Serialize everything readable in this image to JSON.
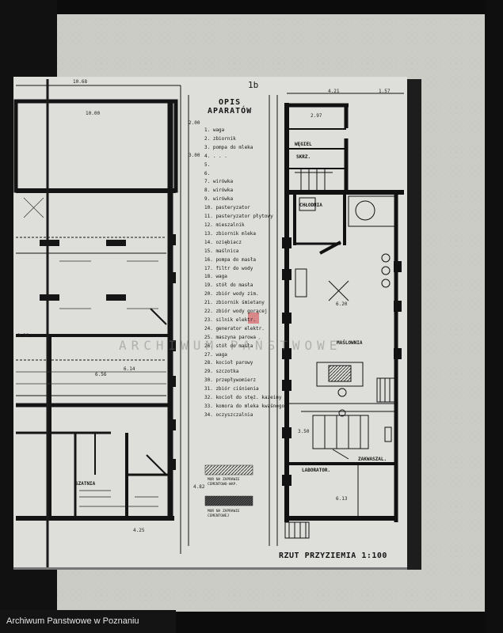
{
  "page_number": "1b",
  "legend": {
    "title_line1": "OPIS",
    "title_line2": "APARATÓW",
    "items": [
      "1. waga",
      "2. zbiornik",
      "3. pompa do mleka",
      "4. . . .",
      "5.",
      "6.",
      "7. wirówka",
      "8. wirówka",
      "9. wirówka",
      "10. pasteryzator",
      "11. pasteryzator płytowy",
      "12. mieszalnik",
      "13. zbiornik mleka",
      "14. oziębiacz",
      "15. maślnica",
      "16. pompa do masła",
      "17. filtr do wody",
      "18. waga",
      "19. stół do masła",
      "20. zbiór wody zim.",
      "21. zbiornik śmietany",
      "22. zbiór wody gorącej",
      "23. silnik elektr.",
      "24. generator elektr.",
      "25. maszyna parowa",
      "26. stół do masła",
      "27. waga",
      "28. kocioł parowy",
      "29. szczotka",
      "30. przepływomierz",
      "31. zbiór ciśnienia",
      "32. kocioł do stęż. kazeiny",
      "33. komora do mleka kwaśnego",
      "34. oczyszczalnia"
    ],
    "hatch1": "MUR NA ZAPRAWIE CEMENTOWO-WAP.",
    "hatch2": "MUR NA ZAPRAWIE CEMENTOWEJ"
  },
  "rooms": {
    "wegiel": "WĘGIEL",
    "skrzynia": "SKRZ.",
    "chlodnia": "CHŁODNIA",
    "maslownia": "MAŚLOWNIA",
    "laborator": "LABORATOR.",
    "zakwaszal": "ZAKWASZAL.",
    "szatnia": "SZATNIA"
  },
  "plan_title": "RZUT PRZYZIEMIA 1:100",
  "watermark": "ARCHIWUM PAŃSTWOWE",
  "dimensions": {
    "top_left": "10.68",
    "top_right": "4.21",
    "top_right2": "1.57",
    "room_1": "10.00",
    "level_1": "2.00",
    "level_2": "6.20",
    "level_3": "6.13",
    "level_4": "3.50",
    "level_5": "4.82",
    "level_6": "4.25",
    "level_7": "6.56",
    "level_8": "6.14",
    "level_9": "3.20",
    "level_10": "2.97",
    "level_11": "3.00"
  },
  "footer_caption": "Archiwum Panstwowe w Poznaniu"
}
